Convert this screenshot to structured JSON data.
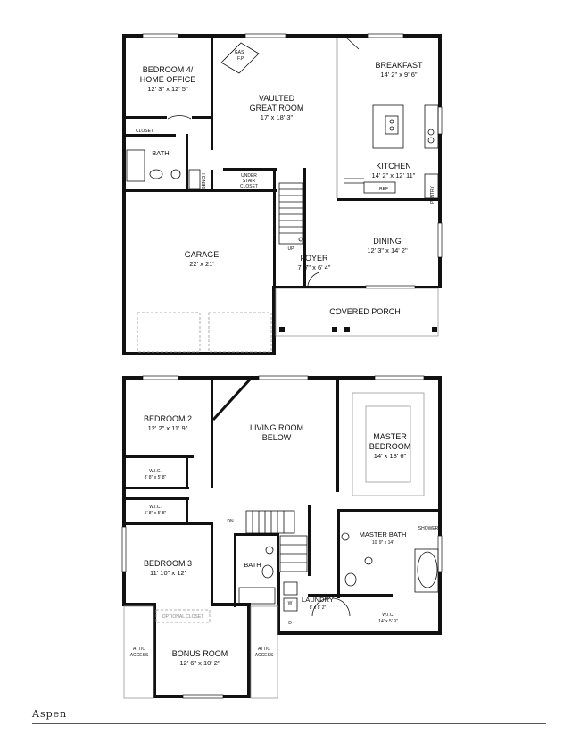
{
  "first_floor": {
    "bedroom4": {
      "name": "BEDROOM 4/",
      "name2": "HOME OFFICE",
      "size": "12' 3\" x 12' 5\""
    },
    "great_room": {
      "name": "VAULTED",
      "name2": "GREAT ROOM",
      "size": "17' x 18' 3\""
    },
    "gas_fireplace": "GAS\nF.P.",
    "breakfast": {
      "name": "BREAKFAST",
      "size": "14' 2\" x 9' 6\""
    },
    "kitchen": {
      "name": "KITCHEN",
      "size": "14' 2\" x 12' 11\""
    },
    "closet": "CLOSET",
    "bath": "BATH",
    "bench": "BENCH",
    "under_stair_closet": {
      "line1": "UNDER",
      "line2": "STAIR",
      "line3": "CLOSET"
    },
    "ref": "REF",
    "pantry": "PANTRY",
    "garage": {
      "name": "GARAGE",
      "size": "22' x 21'"
    },
    "up": "UP",
    "foyer": {
      "name": "FOYER",
      "size": "7' 7\" x 6' 4\""
    },
    "dining": {
      "name": "DINING",
      "size": "12' 3\" x 14' 2\""
    },
    "covered_porch": "COVERED PORCH"
  },
  "second_floor": {
    "bedroom2": {
      "name": "BEDROOM 2",
      "size": "12' 2\" x 11' 9\""
    },
    "wic_b2": {
      "name": "W.I.C.",
      "size": "8' 8\" x 5' 8\""
    },
    "living_below": {
      "name": "LIVING ROOM",
      "name2": "BELOW"
    },
    "master_bedroom": {
      "name": "MASTER",
      "name2": "BEDROOM",
      "size": "14' x 18' 6\""
    },
    "wic_b3": {
      "name": "W.I.C.",
      "size": "5' 8\" x 5' 8\""
    },
    "dn": "DN",
    "master_bath": {
      "name": "MASTER BATH",
      "size": "10' 9\" x 14'"
    },
    "shower": "SHOWER",
    "bedroom3": {
      "name": "BEDROOM 3",
      "size": "11' 10\" x 12'"
    },
    "bath": "BATH",
    "laundry": {
      "name": "LAUNDRY",
      "size": "8' x 8' 2\""
    },
    "washer": "W",
    "dryer": "D",
    "master_wic": {
      "name": "W.I.C.",
      "size": "14' x 5' 9\""
    },
    "optional_closet": "OPTIONAL CLOSET",
    "attic_left": {
      "line1": "ATTIC",
      "line2": "ACCESS"
    },
    "attic_right": {
      "line1": "ATTIC",
      "line2": "ACCESS"
    },
    "bonus_room": {
      "name": "BONUS ROOM",
      "size": "12' 6\" x 10' 2\""
    }
  },
  "plan_name": "Aspen"
}
